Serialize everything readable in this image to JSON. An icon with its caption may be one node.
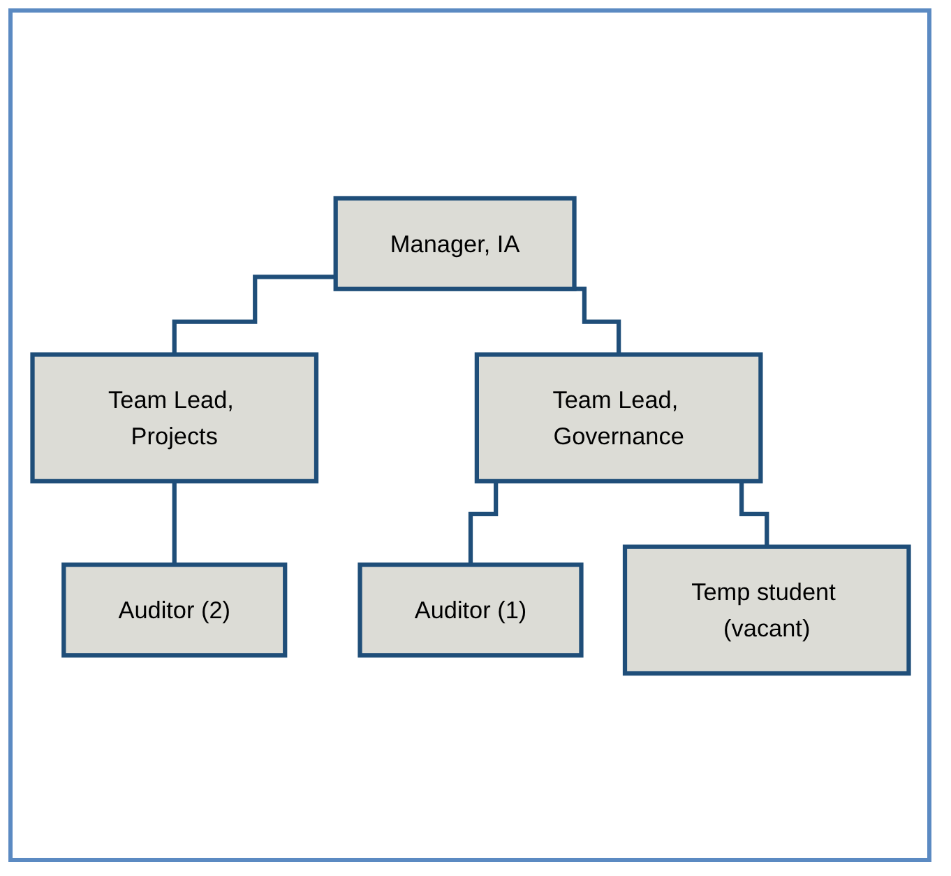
{
  "diagram": {
    "nodes": [
      {
        "text": [
          "Manager, IA"
        ]
      },
      {
        "text": [
          "Team Lead, Projects"
        ]
      },
      {
        "text": [
          "Team Lead, Governance"
        ]
      },
      {
        "text": [
          "Auditor (2)"
        ]
      },
      {
        "text": [
          "Auditor (1)"
        ]
      },
      {
        "text": [
          "Temp student (vacant)"
        ]
      }
    ],
    "edges": [
      {
        "from": 0,
        "to": 1,
        "arrow": "none"
      },
      {
        "from": 0,
        "to": 2,
        "arrow": "none"
      },
      {
        "from": 1,
        "to": 3,
        "arrow": "none"
      },
      {
        "from": 2,
        "to": 4,
        "arrow": "none"
      },
      {
        "from": 2,
        "to": 5,
        "arrow": "none"
      }
    ]
  }
}
